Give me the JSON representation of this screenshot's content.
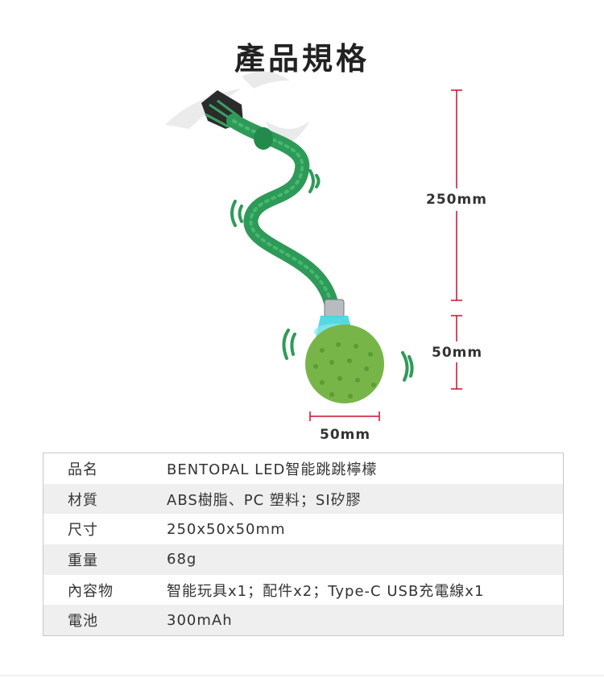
{
  "title": "產品規格",
  "dimensions": {
    "length_label": "250mm",
    "ball_height_label": "50mm",
    "ball_width_label": "50mm"
  },
  "colors": {
    "rope": "#2e9a57",
    "ball": "#78b548",
    "led": "#4dd6e0",
    "dimension_line": "#c8102e"
  },
  "specs": [
    {
      "key": "品名",
      "value": "BENTOPAL LED智能跳跳檸檬"
    },
    {
      "key": "材質",
      "value": "ABS樹脂、PC 塑料；SI矽膠"
    },
    {
      "key": "尺寸",
      "value": "250x50x50mm"
    },
    {
      "key": "重量",
      "value": "68g"
    },
    {
      "key": "內容物",
      "value": "智能玩具x1；配件x2；Type-C USB充電線x1"
    },
    {
      "key": "電池",
      "value": "300mAh"
    }
  ]
}
